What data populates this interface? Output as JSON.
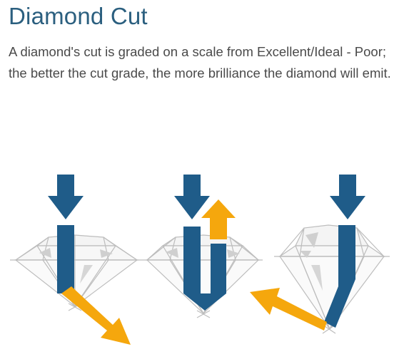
{
  "header": {
    "title": "Diamond Cut",
    "description": "A diamond's cut is graded on a scale from Excellent/Ideal - Poor; the better the cut grade, the more brilliance the diamond will emit."
  },
  "colors": {
    "heading": "#2b5f7f",
    "body_text": "#4a4a4a",
    "light_ray": "#1f5c89",
    "escaping_light": "#f5a70d",
    "diamond_outline": "#bdbdbd",
    "diamond_facets": "#cfcfcf"
  },
  "diagram": {
    "panels": [
      {
        "id": "shallow-cut",
        "cut_depth": "shallow",
        "light_escapes": "bottom"
      },
      {
        "id": "ideal-cut",
        "cut_depth": "ideal",
        "light_escapes": "top"
      },
      {
        "id": "deep-cut",
        "cut_depth": "deep",
        "light_escapes": "side"
      }
    ]
  }
}
